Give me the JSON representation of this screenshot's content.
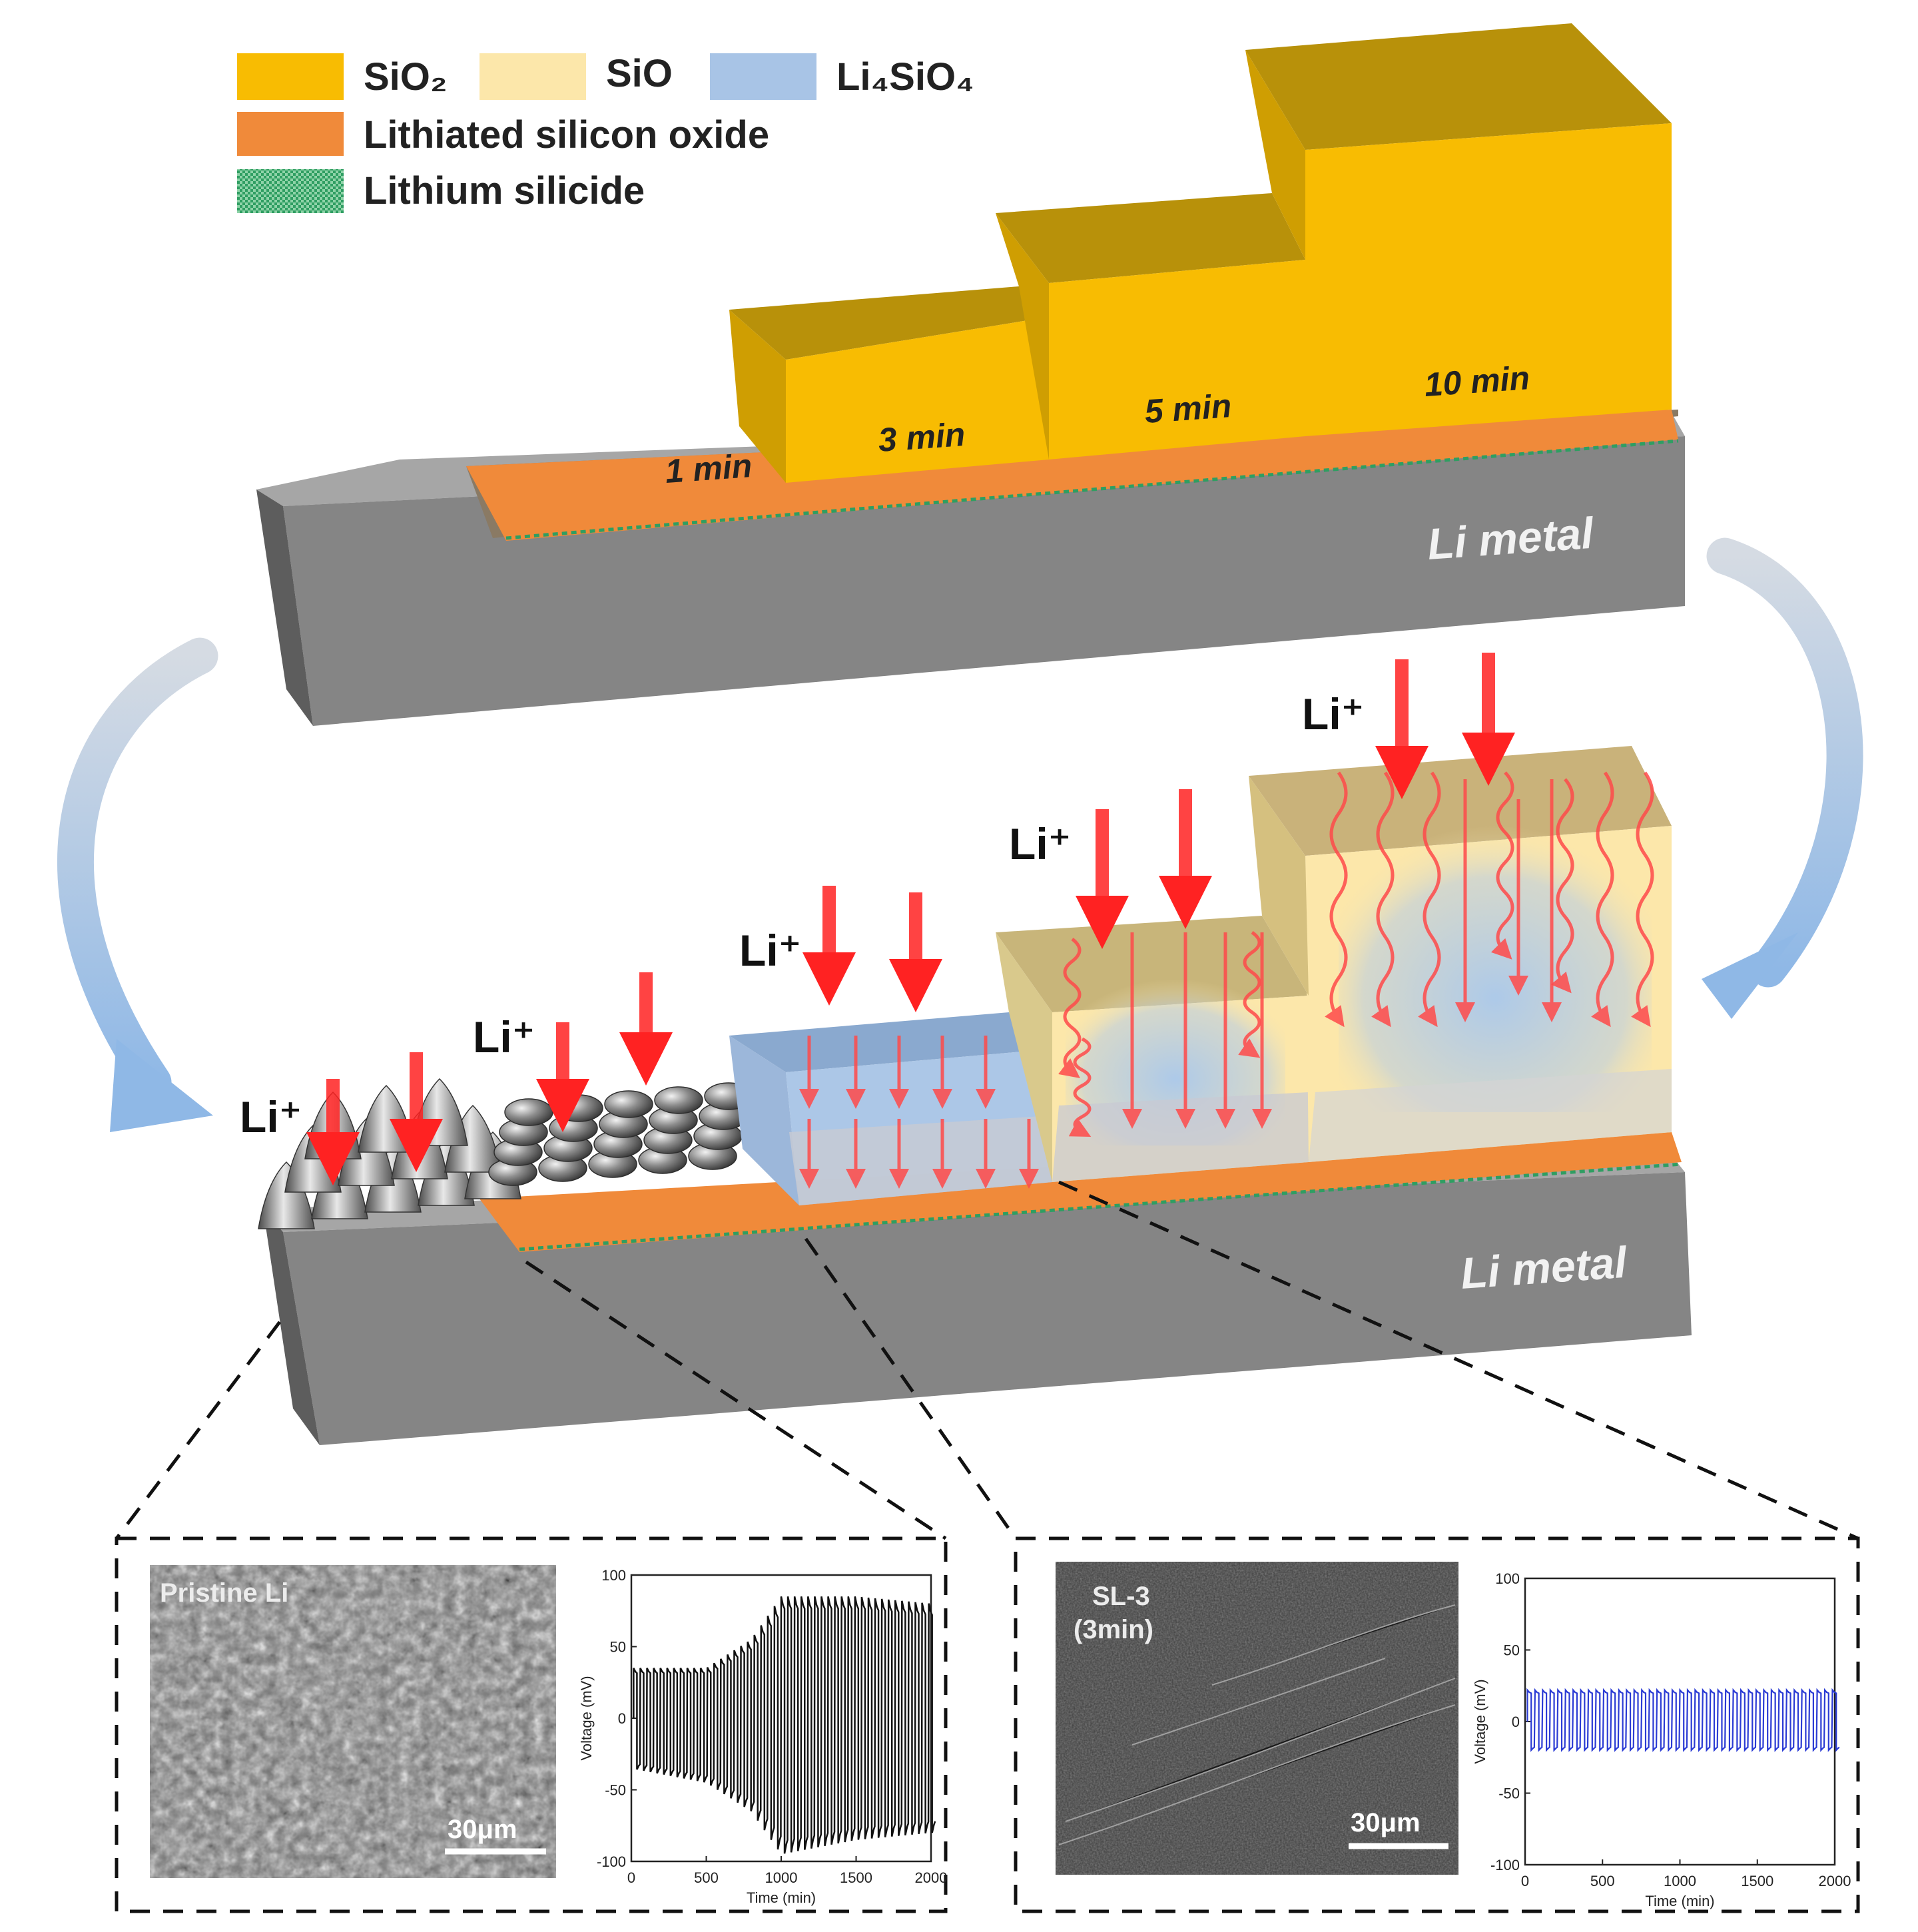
{
  "legend": {
    "sio2": "SiO₂",
    "sio": "SiO",
    "li4sio4": "Li₄SiO₄",
    "lithiated": "Lithiated silicon oxide",
    "silicide": "Lithium silicide"
  },
  "colors": {
    "sio2": "#f8bc02",
    "sio": "#fce7aa",
    "li4sio4": "#a8c4e6",
    "lithiated": "#f08a3a",
    "silicide": "#2f9e62",
    "li_metal": "#858585",
    "arrow": "#ff2222"
  },
  "top": {
    "steps": [
      "1 min",
      "3 min",
      "5 min",
      "10 min"
    ],
    "metal": "Li metal"
  },
  "bottom": {
    "ion": "Li⁺",
    "metal": "Li metal"
  },
  "panels": [
    {
      "sem_label": "Pristine Li",
      "scale": "30μm",
      "chart": {
        "xlabel": "Time (min)",
        "ylabel": "Voltage (mV)",
        "xticks": [
          "0",
          "500",
          "1000",
          "1500",
          "2000"
        ],
        "yticks": [
          "100",
          "50",
          "0",
          "-50",
          "-100"
        ]
      }
    },
    {
      "sem_label": "SL-3",
      "sem_sublabel": "(3min)",
      "scale": "30μm",
      "chart": {
        "xlabel": "Time (min)",
        "ylabel": "Voltage (mV)",
        "xticks": [
          "0",
          "500",
          "1000",
          "1500",
          "2000"
        ],
        "yticks": [
          "100",
          "50",
          "0",
          "-50",
          "-100"
        ]
      }
    }
  ],
  "chart_data": [
    {
      "type": "line",
      "title": "",
      "xlabel": "Time (min)",
      "ylabel": "Voltage (mV)",
      "xlim": [
        0,
        2000
      ],
      "ylim": [
        -100,
        100
      ],
      "series": [
        {
          "x": [
            0,
            500,
            800,
            1000,
            1500,
            2000
          ],
          "upper": [
            35,
            35,
            55,
            85,
            85,
            80
          ],
          "lower": [
            -35,
            -45,
            -65,
            -95,
            -85,
            -80
          ]
        }
      ]
    },
    {
      "type": "line",
      "title": "",
      "xlabel": "Time (min)",
      "ylabel": "Voltage (mV)",
      "xlim": [
        0,
        2000
      ],
      "ylim": [
        -100,
        100
      ],
      "series": [
        {
          "x": [
            0,
            2000
          ],
          "upper": [
            22,
            22
          ],
          "lower": [
            -20,
            -20
          ]
        }
      ]
    }
  ]
}
